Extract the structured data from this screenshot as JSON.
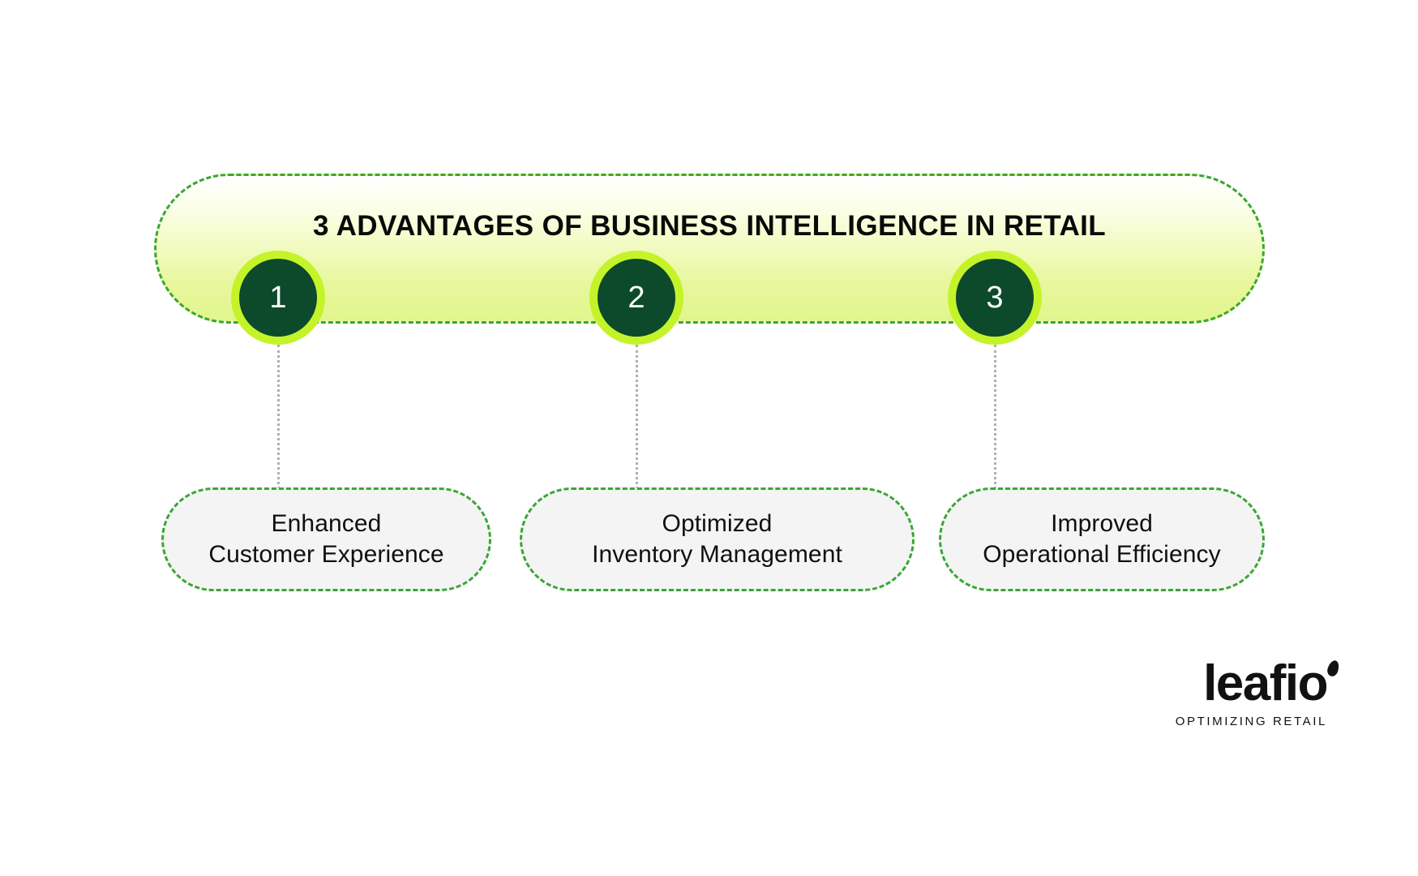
{
  "banner": {
    "title": "3 ADVANTAGES OF BUSINESS INTELLIGENCE IN RETAIL",
    "border_color": "#3aa635",
    "gradient_from": "#ffffff",
    "gradient_to": "#e2f58c"
  },
  "steps": [
    {
      "number": "1",
      "line1": "Enhanced",
      "line2": "Customer Experience",
      "ring_color": "#c5f32a",
      "disc_color": "#0c4a2b",
      "number_color": "#ffffff"
    },
    {
      "number": "2",
      "line1": "Optimized",
      "line2": "Inventory Management",
      "ring_color": "#c5f32a",
      "disc_color": "#0c4a2b",
      "number_color": "#ffffff"
    },
    {
      "number": "3",
      "line1": "Improved",
      "line2": "Operational Efficiency",
      "ring_color": "#c5f32a",
      "disc_color": "#0c4a2b",
      "number_color": "#ffffff"
    }
  ],
  "cards": {
    "background": "#f4f4f4",
    "border_color": "#3aa635",
    "text_color": "#101010"
  },
  "connectors": {
    "color": "#b0b0b0",
    "style": "dotted"
  },
  "logo": {
    "wordmark": "leafio",
    "tagline": "OPTIMIZING RETAIL",
    "color": "#111111"
  }
}
